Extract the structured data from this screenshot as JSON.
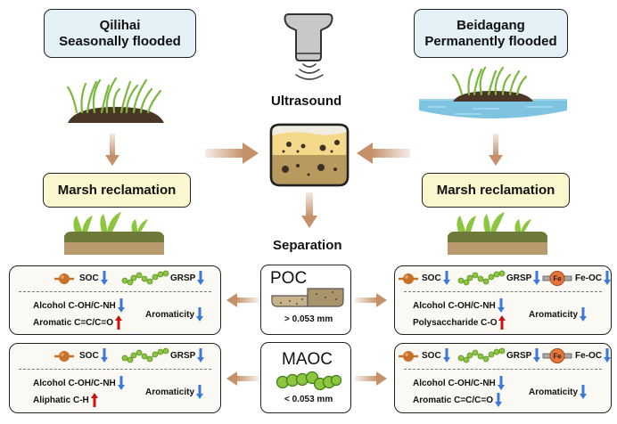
{
  "sites": {
    "left": {
      "name": "Qilihai",
      "type": "Seasonally flooded"
    },
    "right": {
      "name": "Beidagang",
      "type": "Permanently flooded"
    }
  },
  "center": {
    "ultrasound_label": "Ultrasound",
    "separation_label": "Separation"
  },
  "reclamation": {
    "left_label": "Marsh reclamation",
    "right_label": "Marsh reclamation"
  },
  "fractions": {
    "poc": {
      "name": "POC",
      "size": "> 0.053 mm"
    },
    "maoc": {
      "name": "MAOC",
      "size": "< 0.053 mm"
    }
  },
  "results": {
    "left_poc": {
      "soc": "SOC",
      "soc_trend": "down",
      "grsp": "GRSP",
      "grsp_trend": "down",
      "line1": "Alcohol C-OH/C-NH",
      "line1_trend": "down",
      "line2": "Aromatic C=C/C=O",
      "line2_trend": "up",
      "aromaticity": "Aromaticity",
      "aromaticity_trend": "down"
    },
    "right_poc": {
      "soc": "SOC",
      "soc_trend": "down",
      "grsp": "GRSP",
      "grsp_trend": "down",
      "feoc": "Fe-OC",
      "feoc_trend": "down",
      "fe_symbol": "Fe",
      "line1": "Alcohol C-OH/C-NH",
      "line1_trend": "down",
      "line2": "Polysaccharide C-O",
      "line2_trend": "up",
      "aromaticity": "Aromaticity",
      "aromaticity_trend": "down"
    },
    "left_maoc": {
      "soc": "SOC",
      "soc_trend": "down",
      "grsp": "GRSP",
      "grsp_trend": "down",
      "line1": "Alcohol C-OH/C-NH",
      "line1_trend": "down",
      "line2": "Aliphatic C-H",
      "line2_trend": "up",
      "aromaticity": "Aromaticity",
      "aromaticity_trend": "down"
    },
    "right_maoc": {
      "soc": "SOC",
      "soc_trend": "down",
      "grsp": "GRSP",
      "grsp_trend": "down",
      "feoc": "Fe-OC",
      "feoc_trend": "down",
      "fe_symbol": "Fe",
      "line1": "Alcohol C-OH/C-NH",
      "line1_trend": "down",
      "line2": "Aromatic C=C/C=O",
      "line2_trend": "down",
      "aromaticity": "Aromaticity",
      "aromaticity_trend": "down"
    }
  },
  "colors": {
    "arrow_flow": "#c4906a",
    "trend_down": "#3b78d8",
    "trend_up": "#cc1111",
    "site_box": "#e4f1f6",
    "reclamation_box": "#fbf8cf",
    "grsp_green": "#8cc63f",
    "soc_orange": "#c8702a",
    "fe_orange": "#e8763a"
  }
}
